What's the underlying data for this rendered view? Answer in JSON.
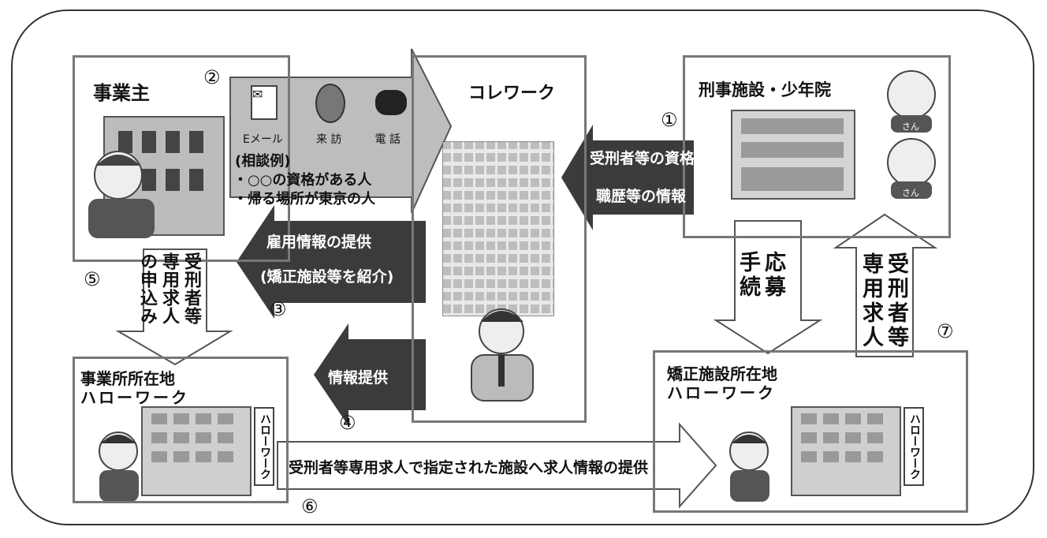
{
  "employer": {
    "title": "事業主",
    "num": "②"
  },
  "consult": {
    "methods": [
      "Eメール",
      "来 訪",
      "電 話"
    ],
    "example_title": "(相談例)",
    "example_lines": [
      "・○○の資格がある人",
      "・帰る場所が東京の人"
    ]
  },
  "corrework": {
    "title": "コレワーク"
  },
  "facility": {
    "title": "刑事施設・少年院",
    "num": "①"
  },
  "arrow_info": {
    "line1": "受刑者等の資格,",
    "line2": "職歴等の情報"
  },
  "arrow_employ": {
    "line1": "雇用情報の提供",
    "line2": "(矯正施設等を紹介)",
    "num": "③"
  },
  "arrow_provide": {
    "label": "情報提供",
    "num": "④"
  },
  "arrow_apply": {
    "text": "受刑者等専用求人の申込み",
    "num": "⑤"
  },
  "arrow_process": {
    "text": "応募手続"
  },
  "arrow_jobs": {
    "text": "受刑者等専用求人",
    "num": "⑦"
  },
  "hw_left": {
    "line1": "事業所所在地",
    "line2": "ハローワーク",
    "sign": "ハローワーク"
  },
  "hw_right": {
    "line1": "矯正施設所在地",
    "line2": "ハローワーク",
    "sign": "ハローワーク"
  },
  "arrow_bottom": {
    "text": "受刑者等専用求人で指定された施設へ求人情報の提供",
    "num": "⑥"
  },
  "person_labels": [
    "さん",
    "さん"
  ]
}
